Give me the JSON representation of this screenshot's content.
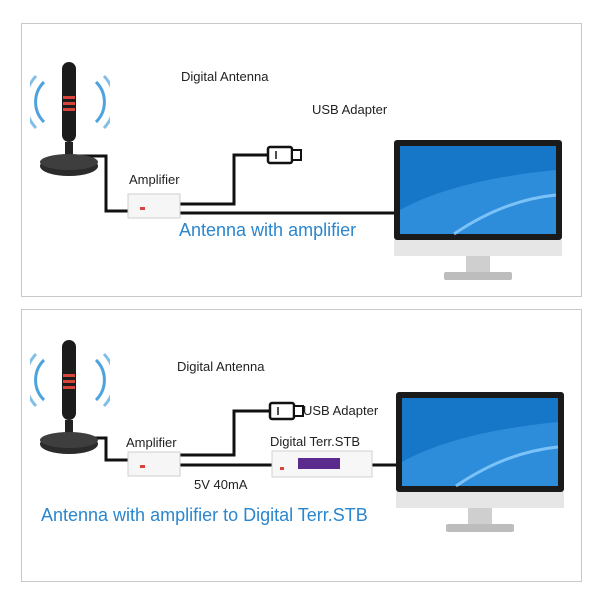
{
  "colors": {
    "caption": "#2a86cf",
    "wave": "#4fa3dd",
    "antenna_band": "#d8443a",
    "screen": "#1677c9",
    "stb_display": "#5a2a8c"
  },
  "panel_1": {
    "antenna_label": "Digital Antenna",
    "usb_label": "USB Adapter",
    "amplifier_label": "Amplifier",
    "caption": "Antenna with amplifier"
  },
  "panel_2": {
    "antenna_label": "Digital Antenna",
    "usb_label": "USB Adapter",
    "amplifier_label": "Amplifier",
    "stb_label": "Digital Terr.STB",
    "power_label": "5V 40mA",
    "caption": "Antenna with amplifier to Digital Terr.STB"
  },
  "icons": [
    "antenna-icon",
    "usb-plug-icon",
    "amplifier-box",
    "monitor-icon",
    "set-top-box"
  ]
}
